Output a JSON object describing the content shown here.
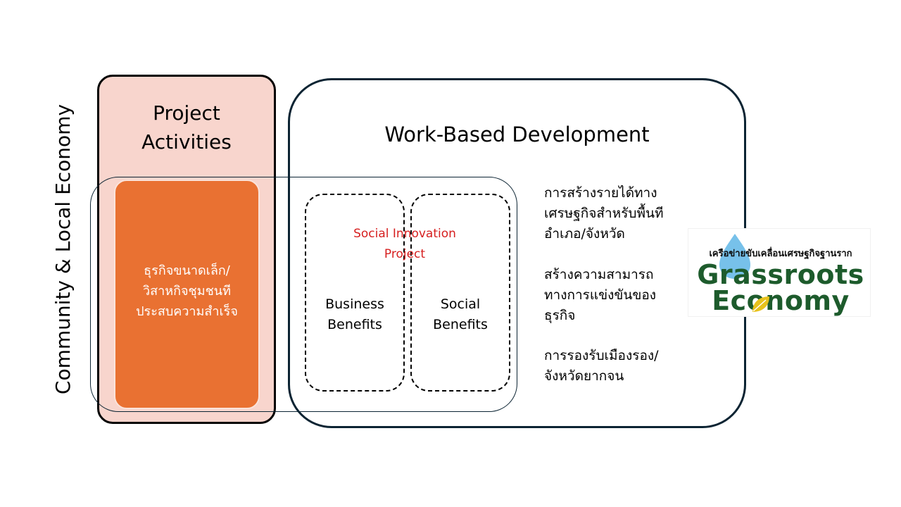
{
  "side_label": "Community & Local Economy",
  "activities": {
    "title_line1": "Project",
    "title_line2": "Activities",
    "sme_line1": "ธุรกิจขนาดเล็ก/",
    "sme_line2": "วิสาหกิจชุมชนที",
    "sme_line3": "ประสบความสำเร็จ"
  },
  "work": {
    "title": "Work-Based Development",
    "sip_line1": "Social Innovation",
    "sip_line2": "Project",
    "business_line1": "Business",
    "business_line2": "Benefits",
    "social_line1": "Social",
    "social_line2": "Benefits"
  },
  "benefits": [
    {
      "line1": "การสร้างรายได้ทาง",
      "line2": "เศรษฐกิจสำหรับพื้นที",
      "line3": "อำเภอ/จังหวัด"
    },
    {
      "line1": "สร้างความสามารถ",
      "line2": "ทางการแข่งขันของ",
      "line3": "ธุรกิจ"
    },
    {
      "line1": "การรองรับเมืองรอง/",
      "line2": "จังหวัดยากจน"
    }
  ],
  "logo": {
    "top_text": "เครือข่ายขับเคลื่อนเศรษฐกิจฐานราก",
    "line1": "Grassroots",
    "line2": "Economy"
  },
  "colors": {
    "activities_bg": "#f8d5cd",
    "sme_orange": "#e97132",
    "frame_navy": "#0c2433",
    "sip_red": "#d61f1f",
    "logo_green": "#1d5b2c",
    "logo_leaf": "#e8c21c",
    "logo_drop": "#5fb6e6"
  },
  "icons": {
    "logo_drop": "water-drop-icon",
    "logo_leaf": "leaf-icon"
  }
}
